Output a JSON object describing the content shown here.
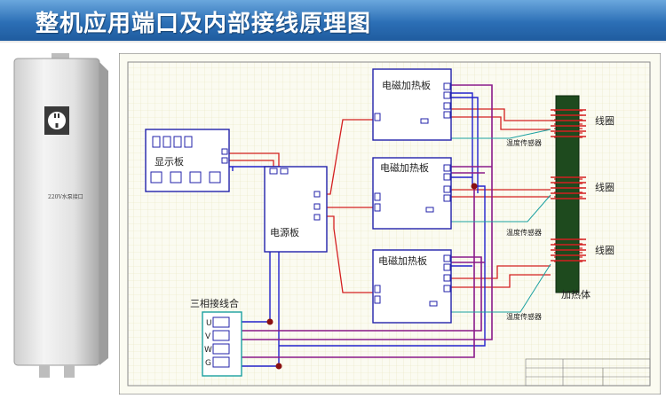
{
  "header": {
    "title": "整机应用端口及内部接线原理图"
  },
  "device": {
    "socket_label": "220V水泵接口"
  },
  "diagram": {
    "display_board": "显示板",
    "power_board": "电源板",
    "induction_board_1": "电磁加热板",
    "induction_board_2": "电磁加热板",
    "induction_board_3": "电磁加热板",
    "coil_1": "线圈",
    "coil_2": "线圈",
    "coil_3": "线圈",
    "heater": "加热体",
    "temp_sensor_1": "温度传感器",
    "temp_sensor_2": "温度传感器",
    "temp_sensor_3": "温度传感器",
    "terminal_box": "三相接线合",
    "terminal_u": "U",
    "terminal_v": "V",
    "terminal_w": "W",
    "terminal_g": "G"
  },
  "colors": {
    "header_blue": "#2c6fb6",
    "wire_red": "#d42020",
    "wire_blue": "#2222cc",
    "wire_purple": "#8a1a8a",
    "sensor_teal": "#1aa0a0",
    "heater_green": "#1e4a1e",
    "grid": "#e8e5c0"
  }
}
